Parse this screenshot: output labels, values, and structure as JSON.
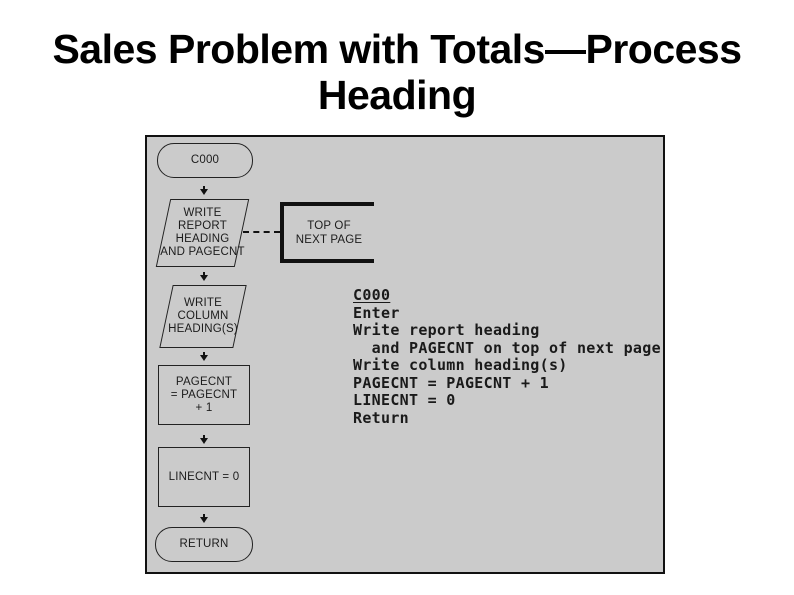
{
  "slide": {
    "title": "Sales Problem with Totals—Process Heading",
    "title_lines": [
      "Sales Problem with Totals—Process",
      "Heading"
    ]
  },
  "flowchart": {
    "start": {
      "label": "C000"
    },
    "write_report": {
      "lines": [
        "WRITE",
        "REPORT",
        "HEADING",
        "AND PAGECNT"
      ]
    },
    "annotation": {
      "lines": [
        "TOP OF",
        "NEXT PAGE"
      ]
    },
    "write_column": {
      "lines": [
        "WRITE",
        "COLUMN",
        "HEADING(S)"
      ]
    },
    "increment_pagecnt": {
      "lines": [
        "PAGECNT",
        "= PAGECNT",
        "+ 1"
      ]
    },
    "reset_linecnt": {
      "lines": [
        "LINECNT = 0"
      ]
    },
    "end": {
      "label": "RETURN"
    }
  },
  "pseudocode": {
    "lines": [
      "C000",
      "Enter",
      "Write report heading",
      "  and PAGECNT on top of next page",
      "Write column heading(s)",
      "PAGECNT = PAGECNT + 1",
      "LINECNT = 0",
      "Return"
    ]
  },
  "colors": {
    "background": "#ffffff",
    "title_text": "#000000",
    "panel_background": "#cbcbcb",
    "panel_border": "#111111",
    "shape_border": "#222222",
    "shape_text": "#1c1c1c",
    "code_text": "#1a1a1a"
  }
}
